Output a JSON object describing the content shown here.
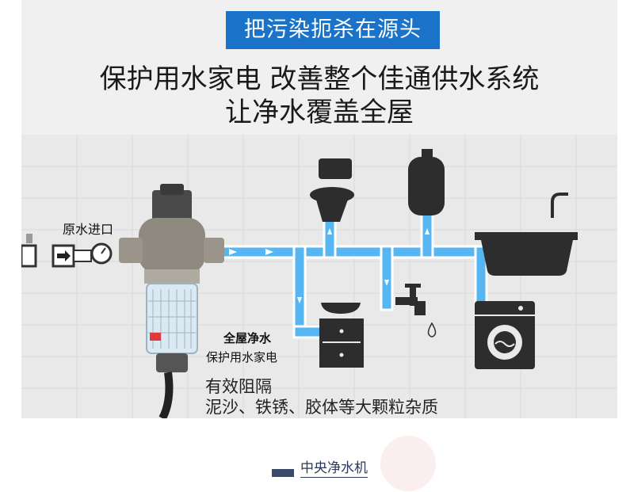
{
  "banner": {
    "title": "把污染扼杀在源头",
    "headline_1": "保护用水家电 改善整个佳通供水系统",
    "headline_2": "让净水覆盖全屋",
    "inlet_label": "原水进口",
    "whole_house": "全屋净水",
    "protect_appliances": "保护用水家电",
    "block_line_1": "有效阻隔",
    "block_line_2": "泥沙、铁锈、胶体等大颗粒杂质"
  },
  "caption": {
    "link": "中央净水机"
  },
  "colors": {
    "accent": "#1a73c8",
    "pipe": "#55b6f2",
    "appliance": "#2d2d2d"
  }
}
